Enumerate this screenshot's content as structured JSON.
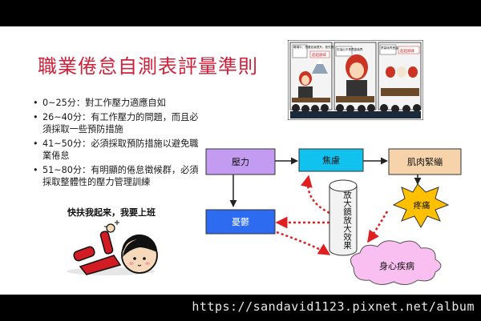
{
  "slide": {
    "title": "職業倦怠自測表評量準則",
    "bullets": [
      "0~25分：對工作壓力適應自如",
      "26~40分：有工作壓力的問題，而且必須採取一些預防措施",
      "41~50分：必須採取預防措施以避免職業倦怠",
      "51~80分：有明顯的倦怠徵候群，必須採取整體性的壓力管理訓練"
    ]
  },
  "comic": {
    "panel1_text": "職場中，想要自我提升，恁先要會這樣！",
    "panel2_text": "但這出不是薦高境界",
    "panel3_text": "薦高境界是這樣：",
    "banner_text": "超越巔峰"
  },
  "cartoon": {
    "caption": "快扶我起来，我要上班"
  },
  "diagram": {
    "box_stress": "壓力",
    "box_anxiety": "焦慮",
    "box_muscle": "肌肉緊繃",
    "box_depression": "憂鬱",
    "burst_pain": "疼痛",
    "cylinder_text": "放大鏡放大效果",
    "cloud_illness": "身心疾病"
  },
  "watermark": "https://sandavid1123.pixnet.net/album",
  "colors": {
    "title": "#d0203a",
    "stress_box": "#c39cf2",
    "anxiety_box": "#12c2ee",
    "muscle_box": "#f6d3ab",
    "depression_box": "#2d6cf0",
    "pain_burst": "#ffc000",
    "cloud": "#f9bff0",
    "dotted_arrow": "#e02020"
  }
}
